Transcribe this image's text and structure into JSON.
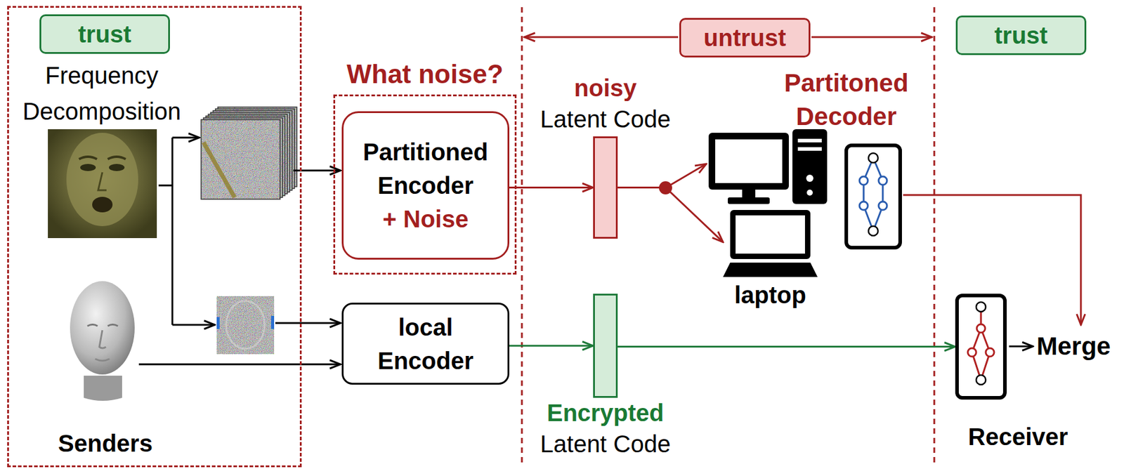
{
  "diagram": {
    "nodes": [
      {
        "text": [
          "Senders"
        ]
      },
      {
        "text": [
          "trust"
        ],
        "in": 0
      },
      {
        "text": [
          "What noise?"
        ]
      },
      {
        "text": [
          "Partitioned Encoder",
          "+ Noise"
        ],
        "in": 2
      },
      {
        "text": [
          "local Encoder"
        ]
      },
      {
        "text": [
          "untrust"
        ]
      },
      {
        "text": [
          "noisy",
          "Latent Code"
        ]
      },
      {
        "text": [
          "Encrypted",
          "Latent Code"
        ]
      },
      {
        "text": [
          "laptop"
        ]
      },
      {
        "text": [
          "Partitoned Decoder"
        ]
      },
      {
        "text": [
          "trust"
        ]
      },
      {
        "text": [
          "Receiver"
        ]
      }
    ],
    "edges": [
      {
        "from": 3,
        "to": 6,
        "arrow": "to"
      },
      {
        "from": 6,
        "to": 8,
        "arrow": "to"
      },
      {
        "from": 4,
        "to": 7,
        "arrow": "to"
      },
      {
        "from": 7,
        "to": 11,
        "arrow": "to"
      }
    ],
    "labels": [
      "Frequency Decomposition",
      "Merge"
    ]
  }
}
